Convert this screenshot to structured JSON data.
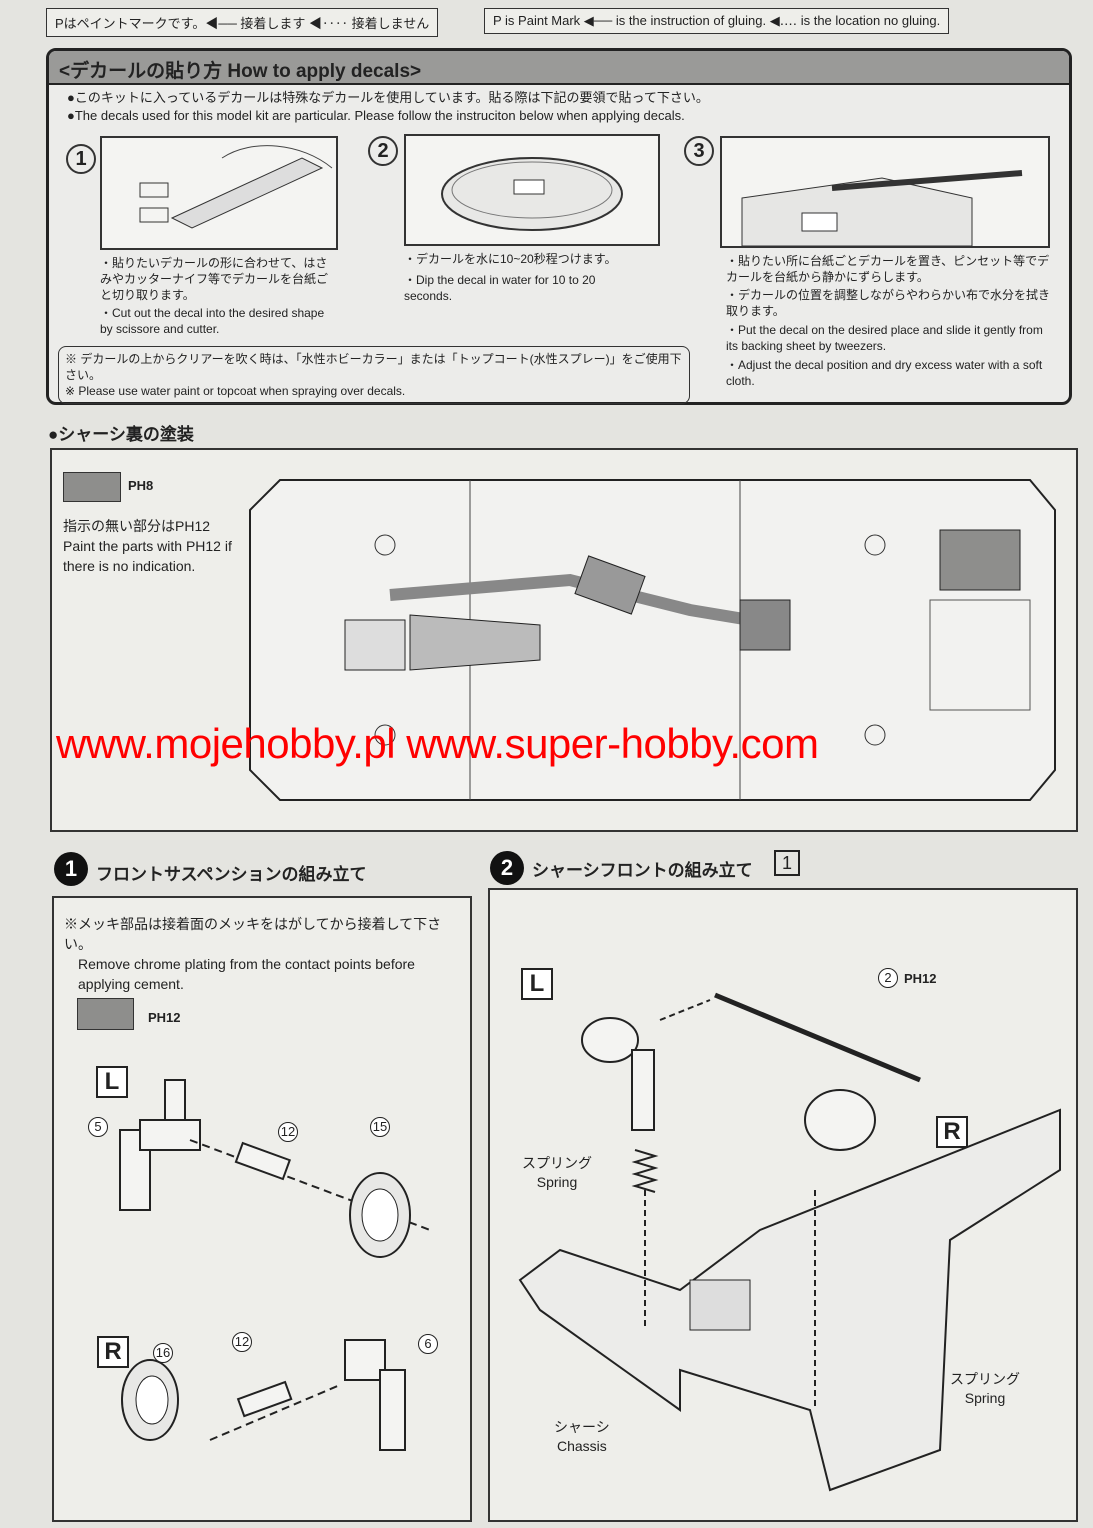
{
  "legend": {
    "jp": "Pはペイントマークです。◀── 接着します ◀‥‥ 接着しません",
    "en": "P is Paint Mark ◀── is the instruction of gluing. ◀‥‥ is the location no gluing."
  },
  "decals": {
    "title": "<デカールの貼り方 How to apply decals>",
    "intro_jp": "●このキットに入っているデカールは特殊なデカールを使用しています。貼る際は下記の要領で貼って下さい。",
    "intro_en": "●The decals used for this model kit are particular. Please follow the instruciton below when applying decals.",
    "steps": [
      {
        "num": "1",
        "jp": "・貼りたいデカールの形に合わせて、はさみやカッターナイフ等でデカールを台紙ごと切り取ります。",
        "en": "・Cut out the decal into the desired shape by scissore and cutter."
      },
      {
        "num": "2",
        "jp": "・デカールを水に10~20秒程つけます。",
        "en": "・Dip the decal in water for 10 to 20 seconds."
      },
      {
        "num": "3",
        "jp": "・貼りたい所に台紙ごとデカールを置き、ピンセット等でデカールを台紙から静かにずらします。",
        "jp2": "・デカールの位置を調整しながらやわらかい布で水分を拭き取ります。",
        "en": "・Put the decal on the desired place and slide it gently from its backing sheet by tweezers.",
        "en2": "・Adjust the decal position and dry excess water with a soft cloth."
      }
    ],
    "caution_jp": "※ デカールの上からクリアーを吹く時は、「水性ホビーカラー」または「トップコート(水性スプレー)」をご使用下さい。",
    "caution_en": "※ Please use water paint or topcoat when spraying over decals."
  },
  "chassis": {
    "title": "●シャーシ裏の塗装",
    "paint": "PH8",
    "note_jp": "指示の無い部分はPH12",
    "note_en": "Paint the parts with PH12 if there is no indication."
  },
  "watermark": "www.mojehobby.pl www.super-hobby.com",
  "step1": {
    "num": "1",
    "title": "フロントサスペンションの組み立て",
    "note_jp": "※メッキ部品は接着面のメッキをはがしてから接着して下さい。",
    "note_en": "Remove chrome plating from the contact points before applying cement.",
    "paint": "PH12",
    "left": "L",
    "right": "R",
    "parts": [
      "5",
      "12",
      "15",
      "16",
      "12",
      "6"
    ]
  },
  "step2": {
    "num": "2",
    "title": "シャーシフロントの組み立て",
    "ref": "1",
    "left": "L",
    "right": "R",
    "part": "2",
    "paint": "PH12",
    "spring_jp": "スプリング",
    "spring_en": "Spring",
    "chassis_jp": "シャーシ",
    "chassis_en": "Chassis"
  }
}
